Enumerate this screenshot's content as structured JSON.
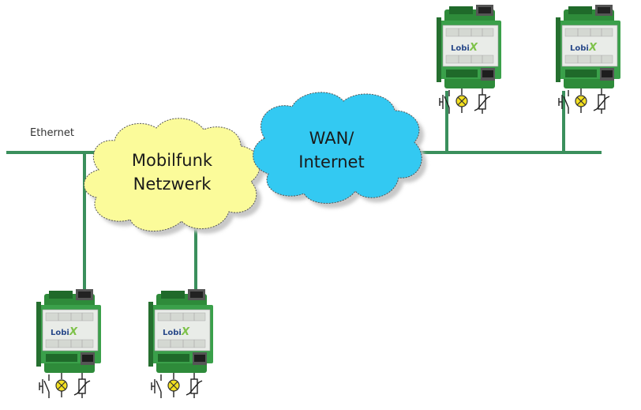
{
  "network": {
    "ethernet_label": "Ethernet",
    "line_color": "#3a8f5c"
  },
  "clouds": {
    "mobile": {
      "line1": "Mobilfunk",
      "line2": "Netzwerk",
      "color": "#fbfb9a"
    },
    "wan": {
      "line1": "WAN/",
      "line2": "Internet",
      "color": "#33c9f2"
    }
  },
  "devices": {
    "brand": "Lobi",
    "brand_mark": "X",
    "body_color": "#2e8b3a",
    "count": 4
  }
}
